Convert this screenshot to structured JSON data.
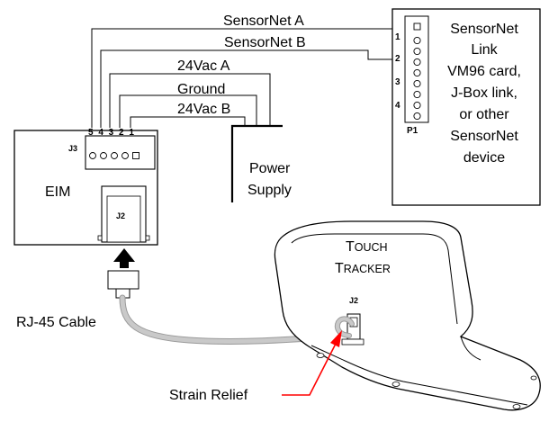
{
  "wires": {
    "sensornet_a": "SensorNet A",
    "sensornet_b": "SensorNet B",
    "vac_a": "24Vac A",
    "ground": "Ground",
    "vac_b": "24Vac B"
  },
  "sensornet_device": {
    "line1": "SensorNet",
    "line2": "Link",
    "line3": "VM96 card,",
    "line4": "J-Box link,",
    "line5": "or other",
    "line6": "SensorNet",
    "line7": "device",
    "connector": "P1",
    "pins": [
      "1",
      "2",
      "3",
      "4"
    ]
  },
  "eim": {
    "label": "EIM",
    "j3": "J3",
    "j2": "J2",
    "pin_numbers": "5 4 3 2 1"
  },
  "power_supply": {
    "line1": "Power",
    "line2": "Supply"
  },
  "touch_tracker": {
    "line1_cap": "T",
    "line1_rest": "OUCH",
    "line2_cap": "T",
    "line2_rest": "RACKER",
    "j2": "J2"
  },
  "cable_label": "RJ-45 Cable",
  "strain_relief_label": "Strain Relief",
  "colors": {
    "line": "#000000",
    "cable_gray": "#b8b8b8",
    "arrow_red": "#ff0000",
    "device_fill": "#ffffff"
  }
}
